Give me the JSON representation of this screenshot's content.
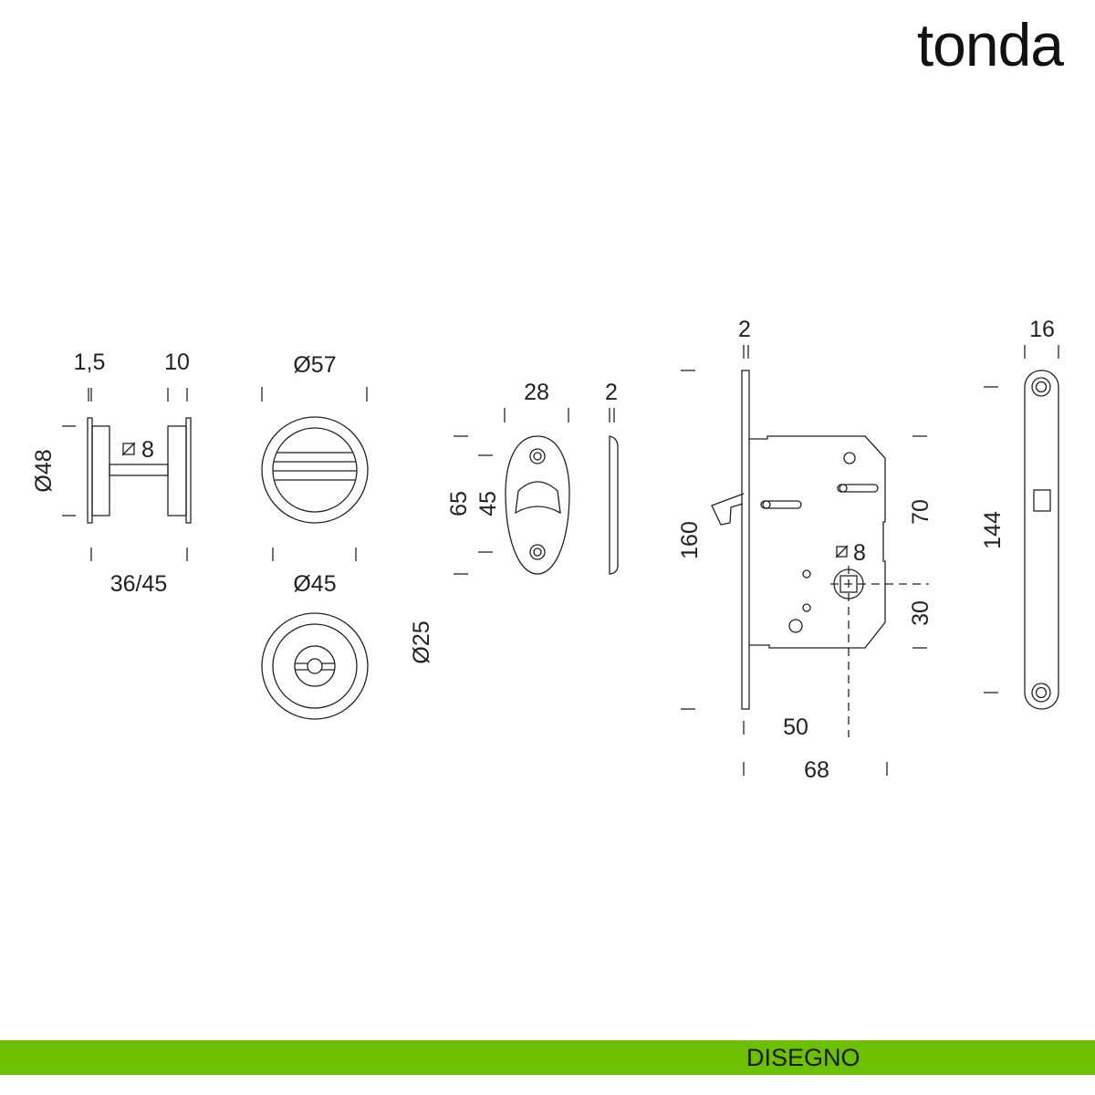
{
  "brand": {
    "logo_text": "tonda"
  },
  "footer": {
    "label": "DISEGNO",
    "color": "#6cc000"
  },
  "knob_side": {
    "d1": "1,5",
    "d2": "10",
    "diameter": "Ø48",
    "spindle": "8",
    "length": "36/45"
  },
  "knob_front": {
    "outer": "Ø57",
    "inner": "Ø45"
  },
  "rosette": {
    "diameter": "Ø25"
  },
  "flush_pull": {
    "width": "28",
    "height_outer": "65",
    "height_inner": "45",
    "thickness": "2"
  },
  "lock": {
    "faceplate": "2",
    "height": "160",
    "upper": "70",
    "lower": "30",
    "spindle": "8",
    "backset": "50",
    "depth": "68"
  },
  "strike": {
    "width": "16",
    "height": "144"
  }
}
